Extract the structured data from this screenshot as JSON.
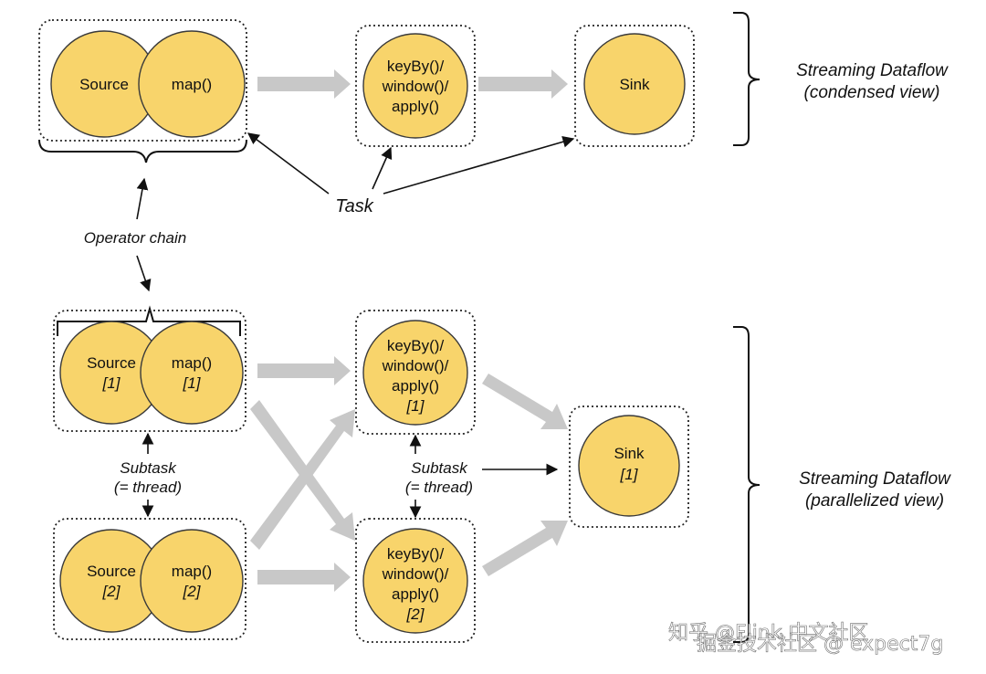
{
  "condensed": {
    "source": "Source",
    "map": "map()",
    "keyby": [
      "keyBy()/",
      "window()/",
      "apply()"
    ],
    "sink": "Sink",
    "view_label": [
      "Streaming Dataflow",
      "(condensed view)"
    ]
  },
  "annotations": {
    "task": "Task",
    "operator_chain": "Operator chain",
    "subtask_left": [
      "Subtask",
      "(= thread)"
    ],
    "subtask_mid": [
      "Subtask",
      "(= thread)"
    ]
  },
  "parallel": {
    "source1": [
      "Source",
      "[1]"
    ],
    "map1": [
      "map()",
      "[1]"
    ],
    "source2": [
      "Source",
      "[2]"
    ],
    "map2": [
      "map()",
      "[2]"
    ],
    "keyby1": [
      "keyBy()/",
      "window()/",
      "apply()",
      "[1]"
    ],
    "keyby2": [
      "keyBy()/",
      "window()/",
      "apply()",
      "[2]"
    ],
    "sink1": [
      "Sink",
      "[1]"
    ],
    "view_label": [
      "Streaming Dataflow",
      "(parallelized view)"
    ]
  },
  "watermark": [
    "知乎 @Flink 中文社区",
    "掘金技术社区 @ expect7g"
  ],
  "colors": {
    "operator_fill": "#F8D46B",
    "flow_arrow": "#c8c8c8"
  }
}
